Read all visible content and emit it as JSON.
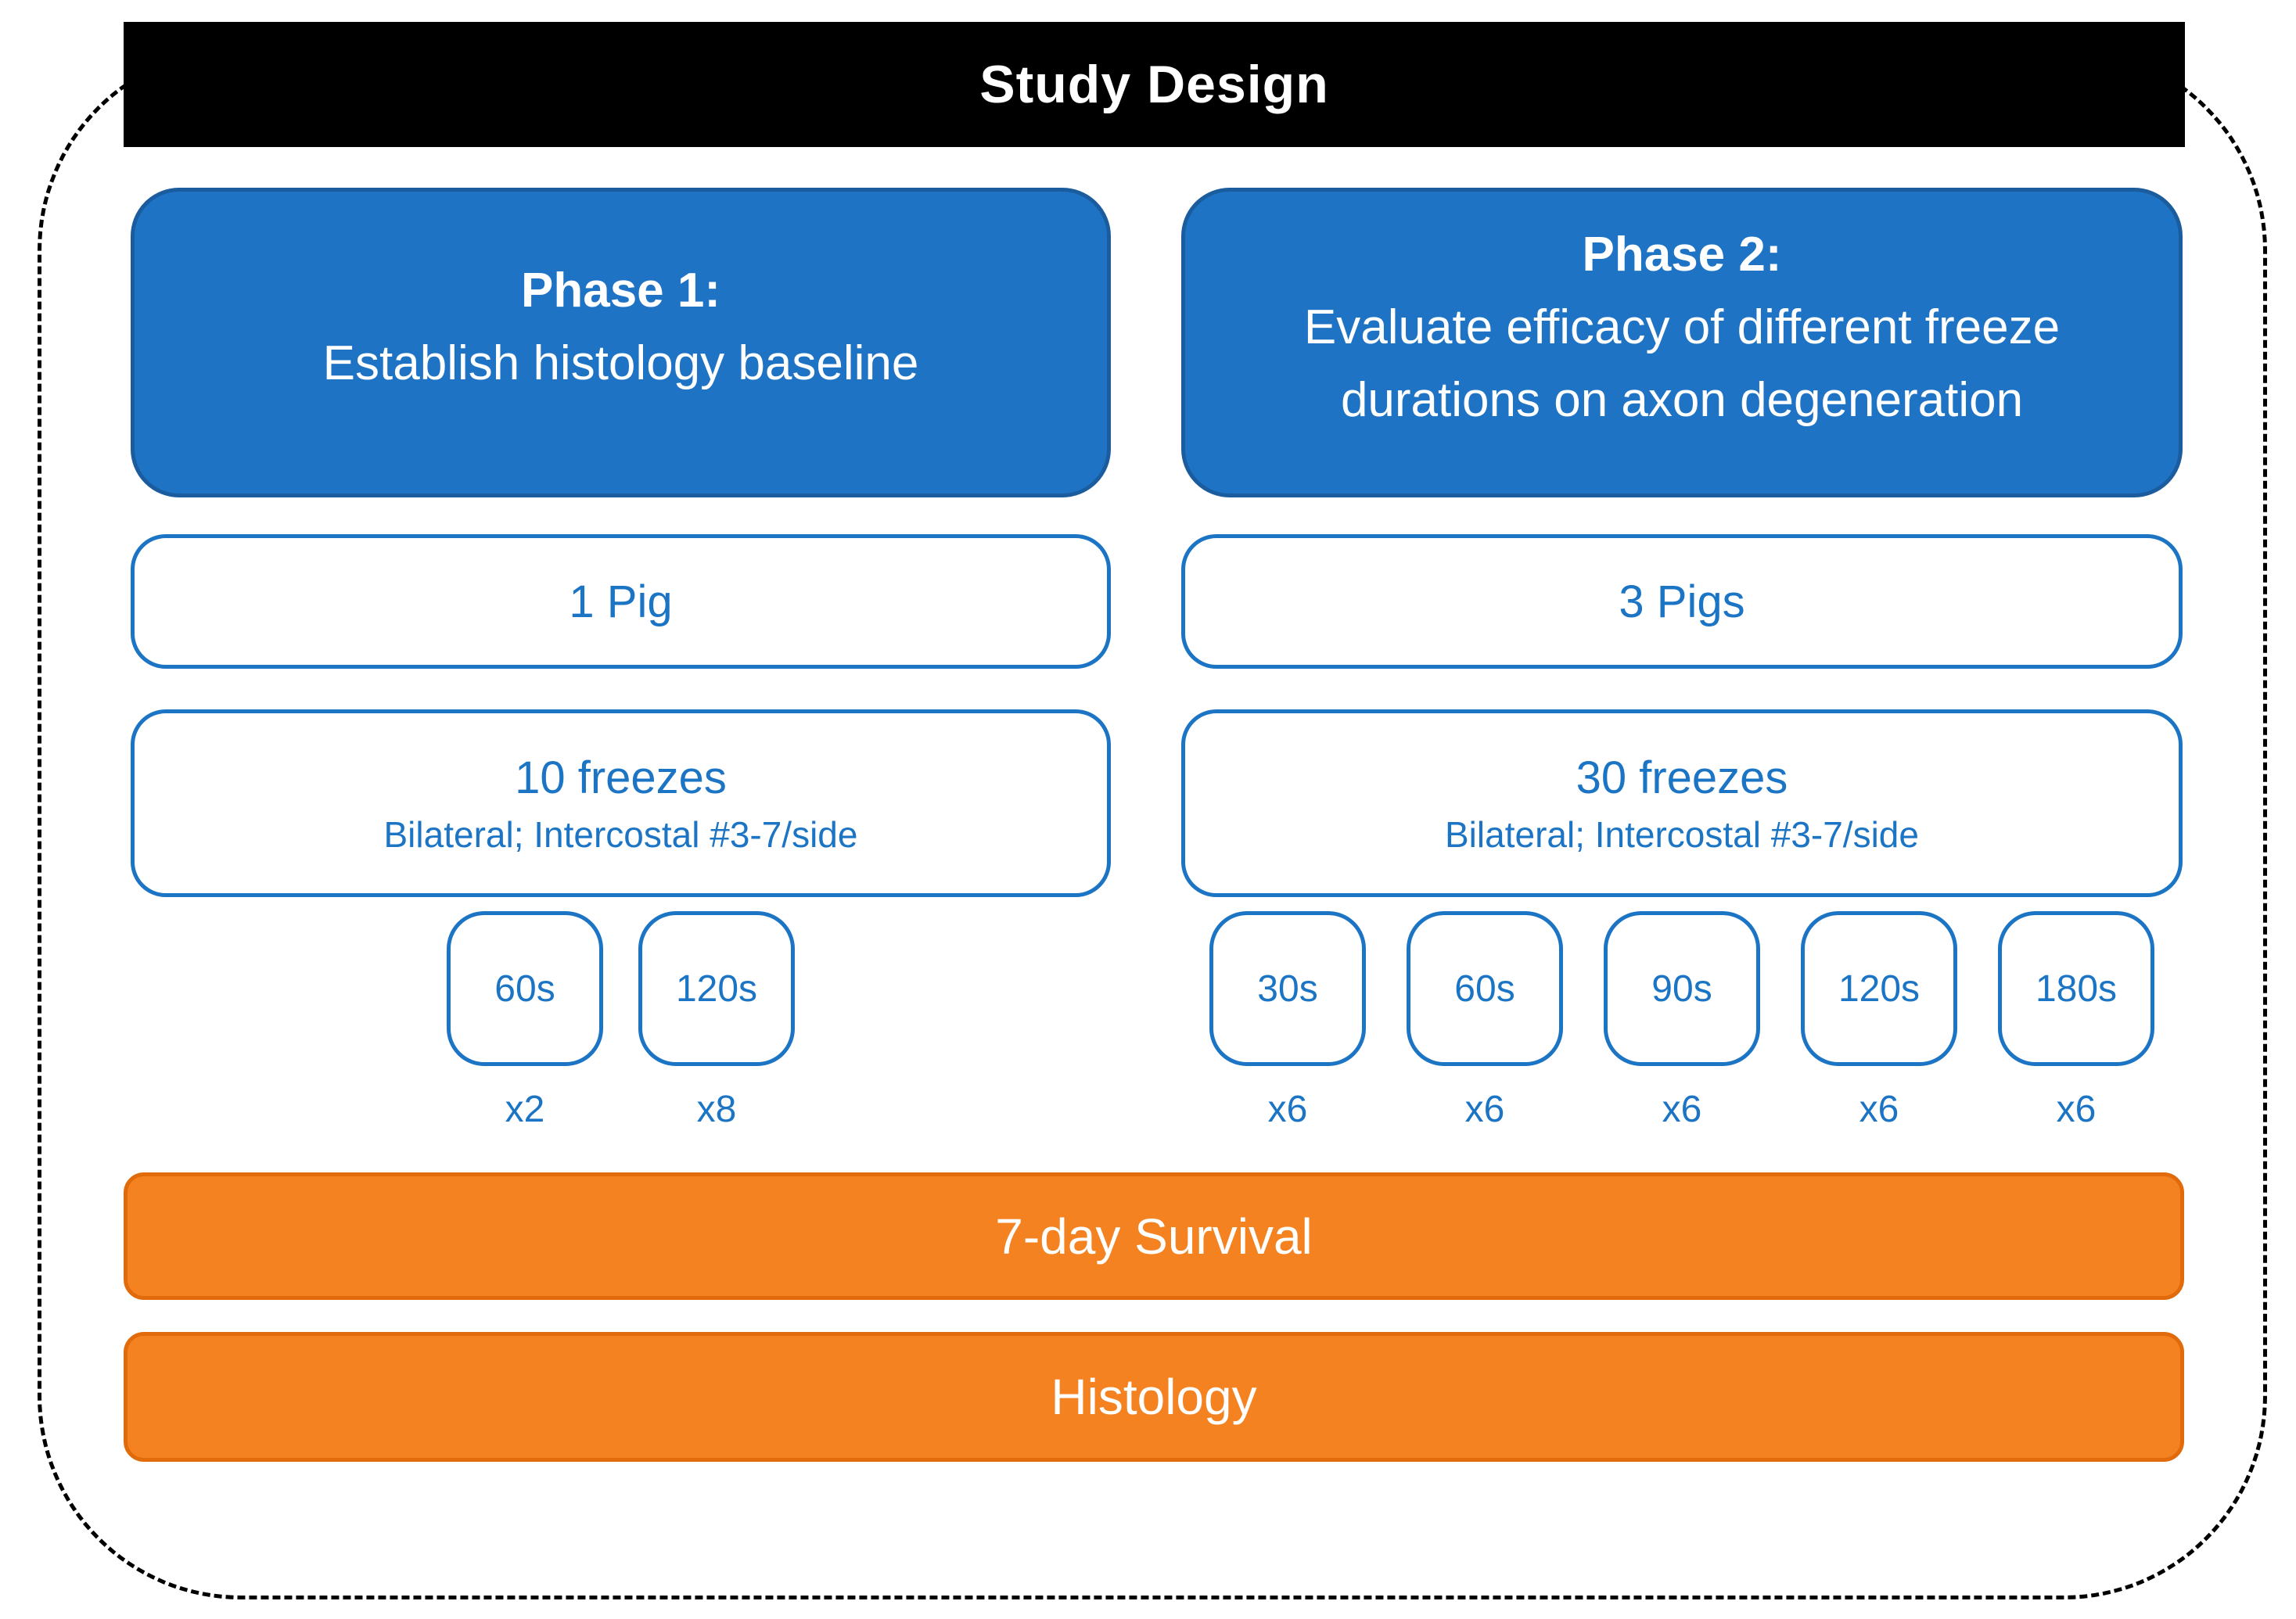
{
  "title": "Study Design",
  "colors": {
    "blue_fill": "#1E73C4",
    "blue_dark": "#1A5C9E",
    "blue_line": "#1B74C4",
    "orange_fill": "#F58220",
    "orange_dark": "#E16A0B",
    "header_bg": "#000000",
    "text_on_dark": "#FFFFFF"
  },
  "phases": [
    {
      "name": "Phase 1:",
      "description": "Establish histology baseline",
      "pigs": "1 Pig",
      "freezes": "10 freezes",
      "freezes_detail": "Bilateral; Intercostal #3-7/side",
      "durations": [
        {
          "label": "60s",
          "count": "x2"
        },
        {
          "label": "120s",
          "count": "x8"
        }
      ]
    },
    {
      "name": "Phase 2:",
      "description": "Evaluate efficacy of different freeze durations on axon degeneration",
      "pigs": "3 Pigs",
      "freezes": "30 freezes",
      "freezes_detail": "Bilateral; Intercostal #3-7/side",
      "durations": [
        {
          "label": "30s",
          "count": "x6"
        },
        {
          "label": "60s",
          "count": "x6"
        },
        {
          "label": "90s",
          "count": "x6"
        },
        {
          "label": "120s",
          "count": "x6"
        },
        {
          "label": "180s",
          "count": "x6"
        }
      ]
    }
  ],
  "footer_bars": [
    "7-day Survival",
    "Histology"
  ]
}
